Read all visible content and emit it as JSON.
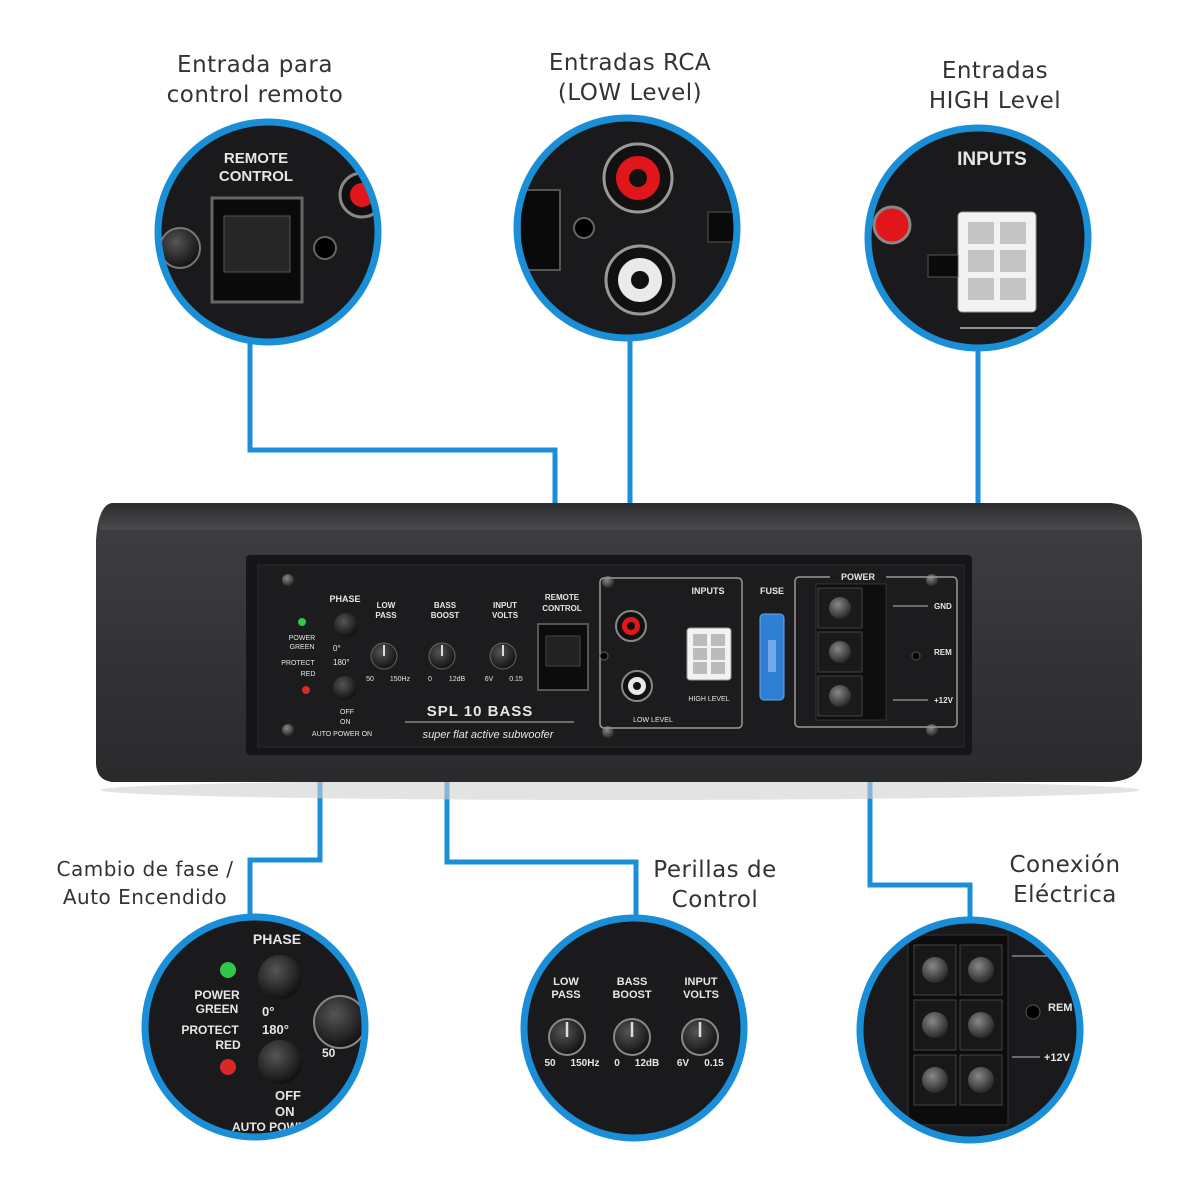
{
  "callouts": {
    "remote": {
      "line1": "Entrada para",
      "line2": "control remoto"
    },
    "rca": {
      "line1": "Entradas RCA",
      "line2": "(LOW Level)"
    },
    "high": {
      "line1": "Entradas",
      "line2": "HIGH Level"
    },
    "phase": {
      "line1": "Cambio de fase /",
      "line2": "Auto Encendido"
    },
    "knobs": {
      "line1": "Perillas de",
      "line2": "Control"
    },
    "power": {
      "line1": "Conexión",
      "line2": "Eléctrica"
    }
  },
  "panel": {
    "phase": "PHASE",
    "power_green_1": "POWER",
    "power_green_2": "GREEN",
    "deg0": "0°",
    "protect_red_1": "PROTECT",
    "protect_red_2": "RED",
    "deg180": "180°",
    "off": "OFF",
    "on": "ON",
    "auto_power_on": "AUTO POWER ON",
    "low_pass_1": "LOW",
    "low_pass_2": "PASS",
    "bass_boost_1": "BASS",
    "bass_boost_2": "BOOST",
    "input_volts_1": "INPUT",
    "input_volts_2": "VOLTS",
    "lp_min": "50",
    "lp_max": "150Hz",
    "bb_min": "0",
    "bb_max": "12dB",
    "iv_min": "6V",
    "iv_max": "0.15",
    "remote_control_1": "REMOTE",
    "remote_control_2": "CONTROL",
    "model": "SPL 10 BASS",
    "tagline": "super flat active subwoofer",
    "inputs": "INPUTS",
    "high_level": "HIGH LEVEL",
    "low_level": "LOW LEVEL",
    "fuse": "FUSE",
    "power": "POWER",
    "gnd": "GND",
    "rem": "REM",
    "plus12v": "+12V"
  },
  "colors": {
    "accent": "#1a8fd8",
    "panel": "#1c1c1e",
    "body": "#3a3a3c"
  }
}
